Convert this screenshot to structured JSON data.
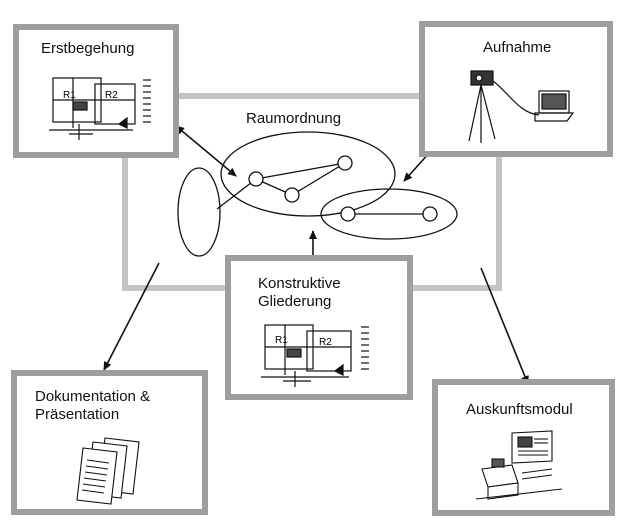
{
  "boxes": {
    "erstbegehung": "Erstbegehung",
    "aufnahme": "Aufnahme",
    "raumordnung": "Raumordnung",
    "konstruktive_line1": "Konstruktive",
    "konstruktive_line2": "Gliederung",
    "dokumentation_line1": "Dokumentation &",
    "dokumentation_line2": "Präsentation",
    "auskunftsmodul": "Auskunftsmodul"
  },
  "sketch_room_labels": [
    "R1",
    "R2"
  ],
  "colors": {
    "box_border": "#9e9e9e",
    "center_border": "#c4c4c4",
    "ink": "#111111"
  }
}
